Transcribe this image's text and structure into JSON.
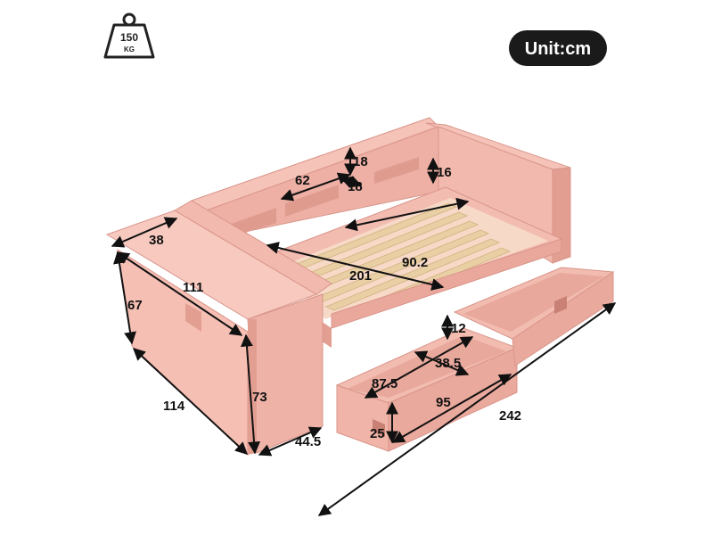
{
  "weight": {
    "value": "150",
    "unit": "KG"
  },
  "unit_badge": "Unit:cm",
  "colors": {
    "bed_body": "#f2b9ae",
    "bed_shade": "#e39e92",
    "bed_dark": "#d08a7e",
    "slats": "#e8cfa4",
    "badge_bg": "#1a1a1a",
    "dimension_lines": "#111111"
  },
  "dimensions": {
    "shelf_height": "18",
    "shelf_depth": "18",
    "shelf_width": "62",
    "rail_height": "16",
    "desk_depth": "38",
    "desk_width": "111",
    "desk_leg_height": "67",
    "desk_length": "114",
    "bed_height": "73",
    "end_width": "44.5",
    "mattress_length": "201",
    "mattress_width": "90.2",
    "drawer_height_inner": "12",
    "drawer_depth": "38.5",
    "drawer_length_inner": "87.5",
    "drawer_length": "95",
    "drawer_height": "25",
    "total_length": "242"
  }
}
